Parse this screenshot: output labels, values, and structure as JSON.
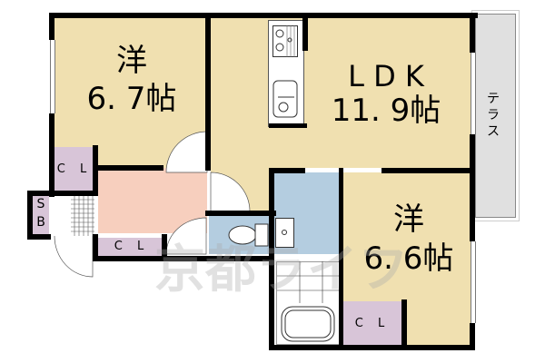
{
  "floorplan": {
    "rooms": [
      {
        "id": "western-room-1",
        "type_label": "洋",
        "size_label": "6.7帖",
        "size_display": "6. 7帖"
      },
      {
        "id": "ldk",
        "type_label": "L D K",
        "size_label": "11.9帖",
        "size_display": "11. 9帖"
      },
      {
        "id": "western-room-2",
        "type_label": "洋",
        "size_label": "6.6帖",
        "size_display": "6. 6帖"
      }
    ],
    "closets": [
      {
        "id": "closet-1",
        "label": "C L"
      },
      {
        "id": "closet-2",
        "label": "C L"
      },
      {
        "id": "closet-3",
        "label": "C L"
      }
    ],
    "shoe_box": {
      "label_s": "S",
      "label_b": "B"
    },
    "terrace": {
      "label": "テラス"
    },
    "watermark": "京都ライフ",
    "colors": {
      "room": "#f0e0b0",
      "hall": "#f7cfbe",
      "closet": "#d8c5d8",
      "wet": "#b4cde0",
      "terrace": "#e0e0e0",
      "wall": "#000000"
    }
  }
}
